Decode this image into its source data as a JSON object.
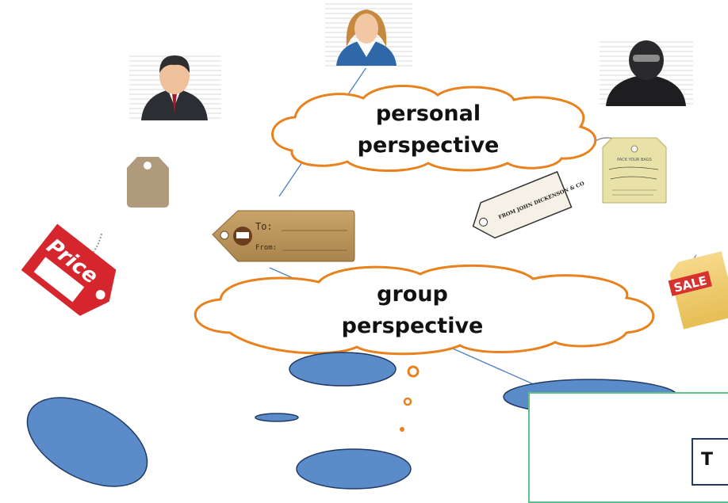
{
  "clouds": {
    "personal": {
      "line1": "personal",
      "line2": "perspective"
    },
    "group": {
      "line1": "group",
      "line2": "perspective"
    }
  },
  "tags": {
    "main_tag": {
      "to": "To:",
      "from": "From:"
    },
    "price_tag": "Price",
    "sale_tag": "SALE",
    "luggage_tag": "FROM JOHN DICKENSON & CO",
    "travel_tag": "PACK YOUR BAGS"
  },
  "inset": {
    "text": "T"
  },
  "colors": {
    "cloud_stroke": "#e8821e",
    "ellipse_fill": "#5b8cc9",
    "ellipse_stroke": "#1f3b63",
    "connector": "#4a7fc0",
    "panel_border": "#5fbf8e"
  },
  "icons": [
    "businessman-icon",
    "businesswoman-icon",
    "masked-user-icon"
  ]
}
